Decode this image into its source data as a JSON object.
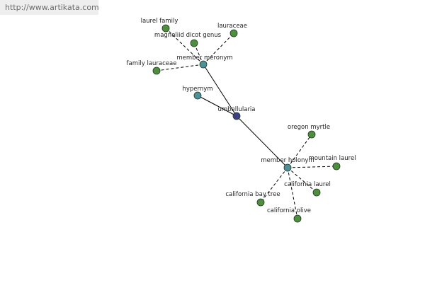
{
  "banner": {
    "url": "http://www.artikata.com"
  },
  "colors": {
    "center_node": "#3f3f86",
    "relation_node": "#4f8f9a",
    "leaf_node": "#4e8e3e",
    "edge": "#000000",
    "banner_bg": "#eeeeee",
    "banner_text": "#6b6b6b"
  },
  "graph": {
    "center": {
      "id": "umbellularia",
      "label": "umbellularia"
    },
    "relations": [
      {
        "id": "hypernym",
        "label": "hypernym"
      },
      {
        "id": "member_meronym",
        "label": "member meronym"
      },
      {
        "id": "member_holonym",
        "label": "member holonym"
      }
    ],
    "leaves": [
      {
        "id": "laurel_family",
        "label": "laurel family",
        "parent": "member_meronym"
      },
      {
        "id": "magnoliid_dicot_genus",
        "label": "magnoliid dicot genus",
        "parent": "member_meronym"
      },
      {
        "id": "lauraceae",
        "label": "lauraceae",
        "parent": "member_meronym"
      },
      {
        "id": "family_lauraceae",
        "label": "family lauraceae",
        "parent": "member_meronym"
      },
      {
        "id": "oregon_myrtle",
        "label": "oregon myrtle",
        "parent": "member_holonym"
      },
      {
        "id": "mountain_laurel",
        "label": "mountain laurel",
        "parent": "member_holonym"
      },
      {
        "id": "california_laurel",
        "label": "california laurel",
        "parent": "member_holonym"
      },
      {
        "id": "california_bay_tree",
        "label": "california bay tree",
        "parent": "member_holonym"
      },
      {
        "id": "california_olive",
        "label": "california olive",
        "parent": "member_holonym"
      }
    ]
  }
}
